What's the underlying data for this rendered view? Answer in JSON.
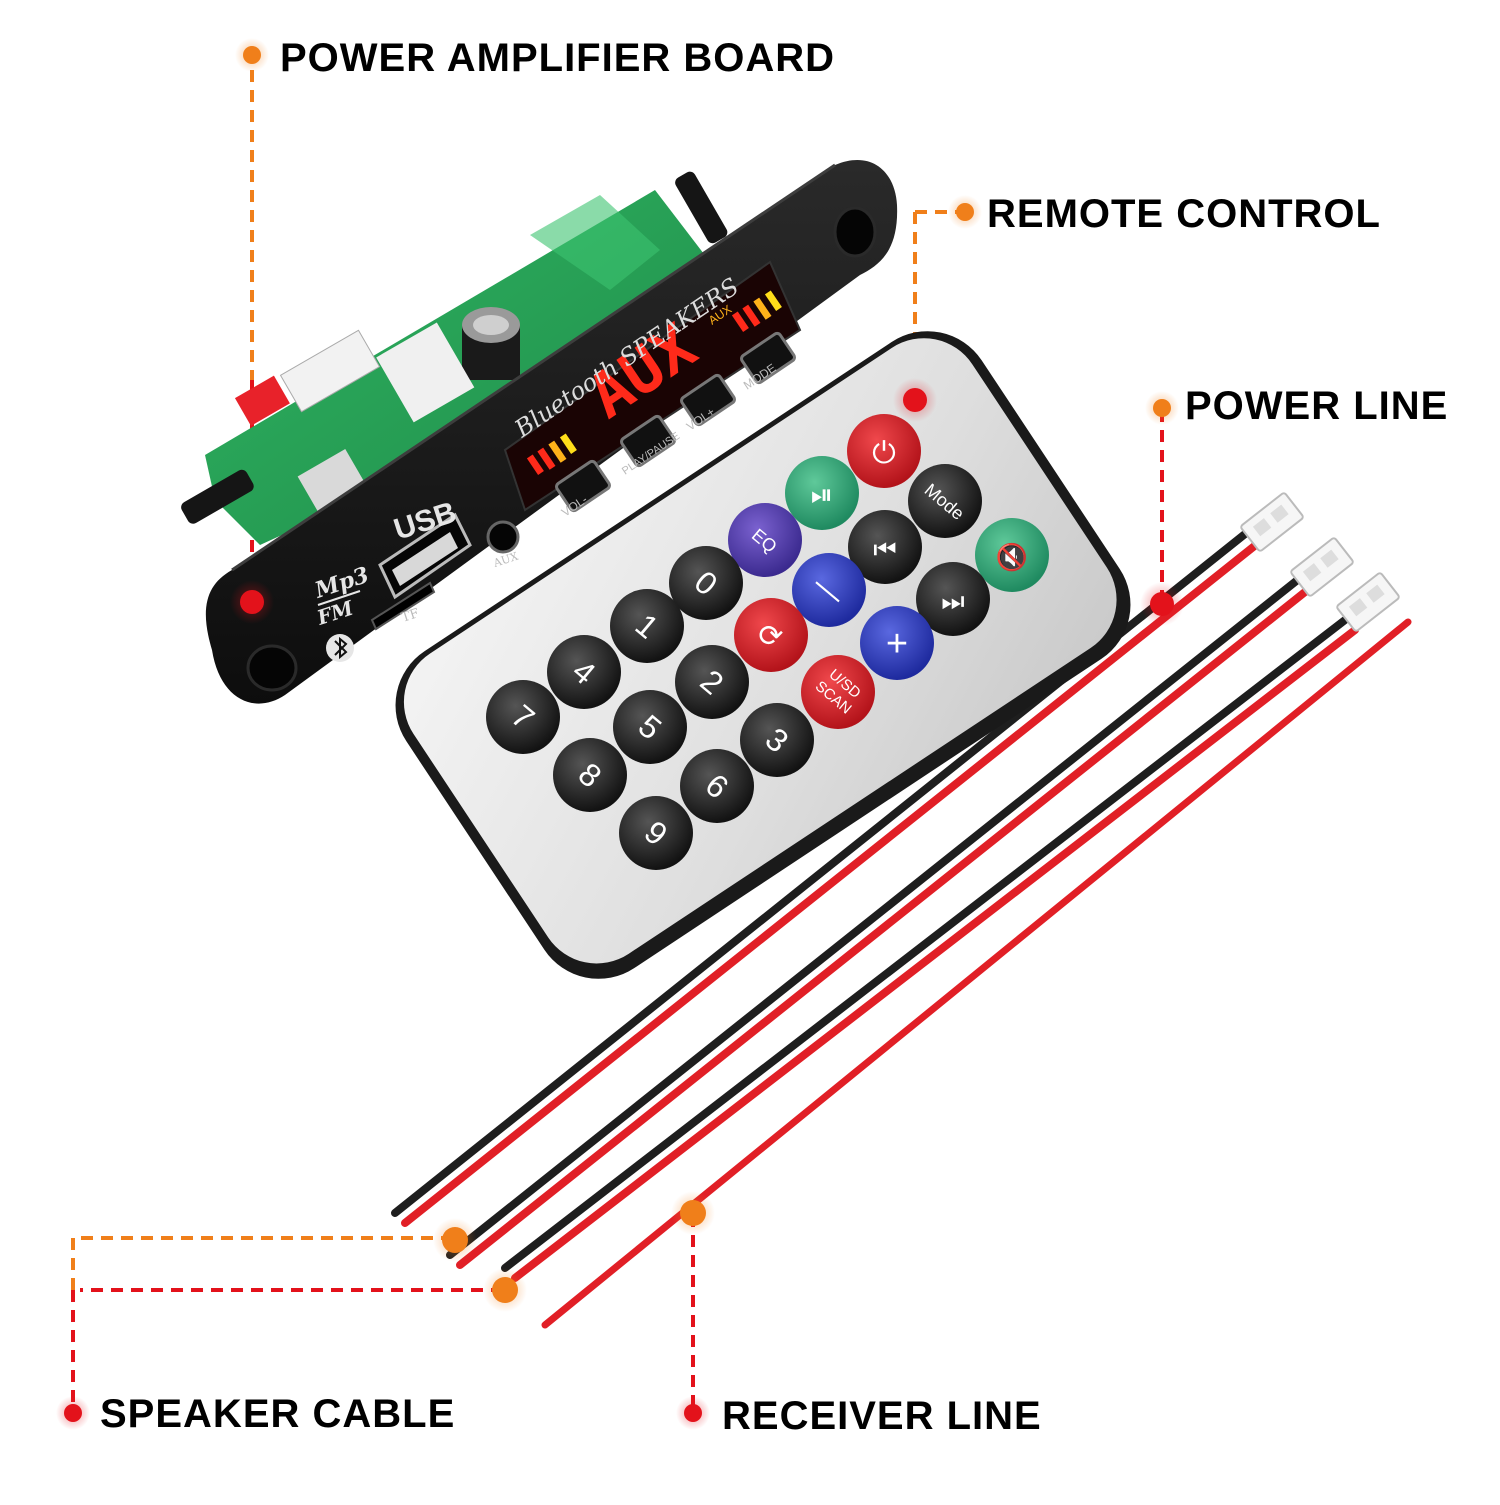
{
  "callouts": {
    "power_amplifier_board": "POWER AMPLIFIER BOARD",
    "remote_control": "REMOTE CONTROL",
    "power_line": "POWER LINE",
    "speaker_cable": "SPEAKER CABLE",
    "receiver_line": "RECEIVER LINE"
  },
  "board": {
    "display_text": "AUX",
    "display_indicator": "AUX",
    "brand_text": "Bluetooth SPEAKERS",
    "usb_label": "USB",
    "tf_label": "TF",
    "aux_label": "AUX",
    "mp3_label": "Mp3",
    "fm_label": "FM",
    "button_labels": [
      "VOL-",
      "PLAY/PAUSE",
      "VOL+",
      "MODE"
    ]
  },
  "remote": {
    "power": "⏻",
    "play_pause": "⏯",
    "mode": "Mode",
    "eq": "EQ",
    "prev": "⏮",
    "mute": "🔇",
    "zero": "0",
    "minus": "—",
    "next": "⏭",
    "one": "1",
    "repeat": "⟳",
    "plus": "+",
    "four": "4",
    "two": "2",
    "usd_scan_line1": "U/SD",
    "usd_scan_line2": "SCAN",
    "seven": "7",
    "five": "5",
    "three": "3",
    "eight": "8",
    "six": "6",
    "nine": "9"
  },
  "colors": {
    "accent_orange": "#f07f1a",
    "accent_red": "#e3121b",
    "wire_red": "#e11f26",
    "wire_black": "#222222",
    "pcb_green": "#2fa05a",
    "display_red": "#ff2a1a"
  }
}
